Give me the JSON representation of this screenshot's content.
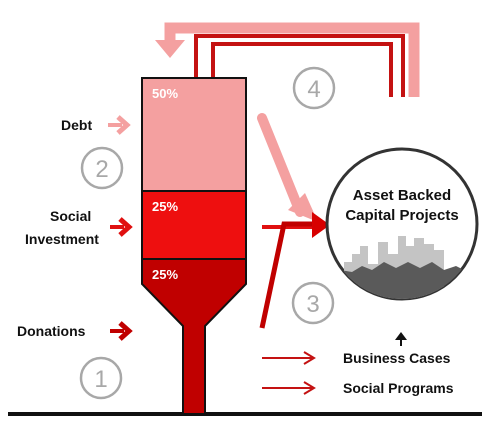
{
  "labels": {
    "debt": "Debt",
    "social_line1": "Social",
    "social_line2": "Investment",
    "donations": "Donations",
    "target_line1": "Asset Backed",
    "target_line2": "Capital Projects",
    "business_cases": "Business Cases",
    "social_programs": "Social Programs"
  },
  "tank": {
    "segments": [
      {
        "label": "50%",
        "value": 50,
        "color": "#f4a0a0"
      },
      {
        "label": "25%",
        "value": 25,
        "color": "#ee0f0f"
      },
      {
        "label": "25%",
        "value": 25,
        "color": "#c00000"
      }
    ]
  },
  "steps": [
    "1",
    "2",
    "3",
    "4"
  ],
  "colors": {
    "light": "#f4a0a0",
    "mid": "#ee0f0f",
    "dark": "#c00000",
    "deep": "#b30f0f",
    "ground": "#111111",
    "circle_stroke": "#333333",
    "step_ring": "#a8a8a8",
    "city_dark": "#5a5a5a",
    "city_light": "#c4c4c4"
  },
  "icons": {
    "step_marker": "circled-number-icon",
    "up_arrow": "up-arrow-icon",
    "skyline": "city-skyline-icon"
  }
}
